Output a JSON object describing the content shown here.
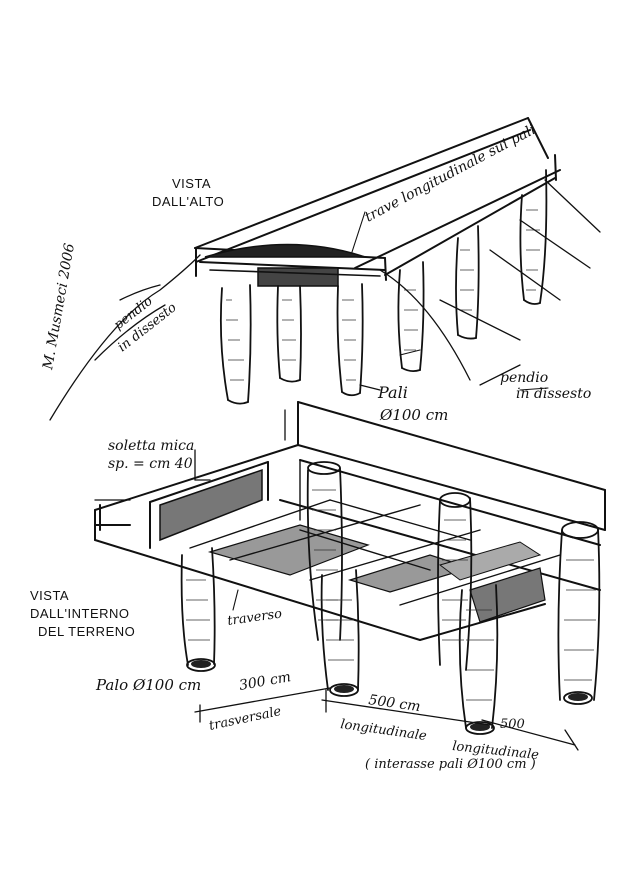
{
  "labels": {
    "vista_alto_1": "VISTA",
    "vista_alto_2": "DALL'ALTO",
    "trave_long": "trave longitudinale sui pali",
    "pendio_1": "pendio",
    "pendio_1b": "in dissesto",
    "pendio_2": "pendio",
    "pendio_2b": "in dissesto",
    "pali_1": "Pali",
    "pali_2": "Ø100 cm",
    "signature": "M. Musmeci 2006",
    "soletta_1": "soletta mica",
    "soletta_2": "sp. = cm 40",
    "vista_int_1": "VISTA",
    "vista_int_2": "DALL'INTERNO",
    "vista_int_3": "DEL TERRENO",
    "traverso": "traverso",
    "palo": "Palo Ø100 cm",
    "dim_300": "300 cm",
    "trasversale": "trasversale",
    "dim_500": "500 cm",
    "longitudinale": "longitudinale",
    "dim_500b": "500",
    "longitudinale_b": "longitudinale",
    "interasse": "( interasse pali Ø100 cm )"
  }
}
